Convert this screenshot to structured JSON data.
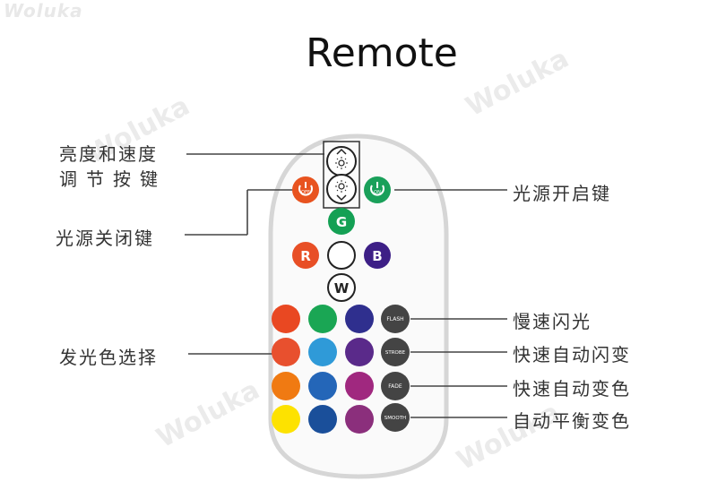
{
  "brand": "Woluka",
  "title": "Remote",
  "watermark": "Woluka",
  "left_labels": {
    "brightness_speed": [
      "亮度和速度",
      "调节按键"
    ],
    "power_off": "光源关闭键",
    "color_select": "发光色选择"
  },
  "right_labels": {
    "power_on": "光源开启键",
    "flash": "慢速闪光",
    "strobe": "快速自动闪变",
    "fade": "快速自动变色",
    "smooth": "自动平衡变色"
  },
  "buttons": {
    "off": "OFF",
    "on": "ON",
    "g": "G",
    "r": "R",
    "b": "B",
    "w": "W",
    "flash": "FLASH",
    "strobe": "STROBE",
    "fade": "FADE",
    "smooth": "SMOOTH"
  },
  "colors": {
    "off": "#e8531f",
    "on": "#1aa05a",
    "g": "#14a054",
    "r": "#e84f26",
    "b": "#3d1f86",
    "mode": "#444444",
    "grid": [
      [
        "#e94822",
        "#1aa654",
        "#2f2f8e"
      ],
      [
        "#e8502e",
        "#2f9ad8",
        "#5a2a8a"
      ],
      [
        "#f07a12",
        "#2466b8",
        "#a0287f"
      ],
      [
        "#fde200",
        "#1a4f9a",
        "#8b2f7c"
      ]
    ]
  }
}
